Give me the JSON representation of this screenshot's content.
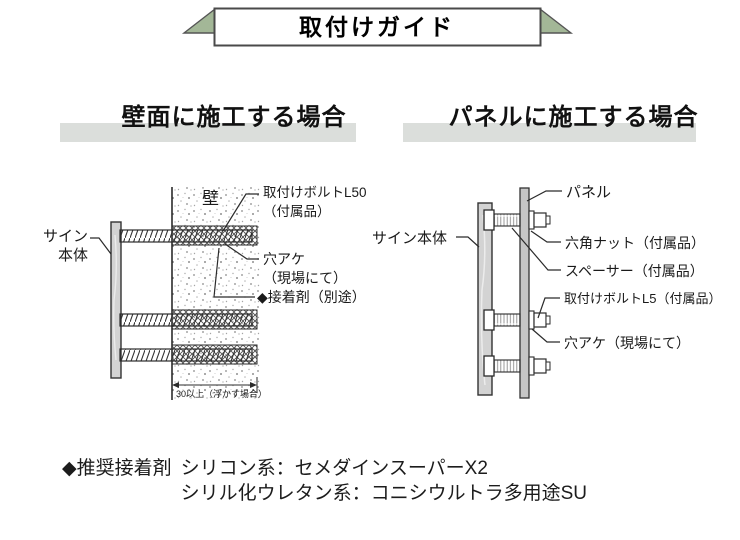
{
  "banner": {
    "title": "取付けガイド"
  },
  "sections": [
    {
      "heading": "壁面に施工する場合"
    },
    {
      "heading": "パネルに施工する場合"
    }
  ],
  "wall_diagram": {
    "wall_label": "壁",
    "sign_label_line1": "サイン",
    "sign_label_line2": "本体",
    "bolt_label_line1": "取付けボルトL50",
    "bolt_label_line2": "（付属品）",
    "hole_label_line1": "穴アケ",
    "hole_label_line2": "（現場にて）",
    "adhesive_label": "◆接着剤（別途）",
    "dimension_label": "30以上（浮かす場合）"
  },
  "panel_diagram": {
    "panel_label": "パネル",
    "sign_label": "サイン本体",
    "nut_label": "六角ナット（付属品）",
    "spacer_label": "スペーサー（付属品）",
    "bolt_label": "取付けボルトL5（付属品）",
    "hole_label": "穴アケ（現場にて）"
  },
  "footer": {
    "prefix": "◆推奨接着剤",
    "line1": "シリコン系：セメダインスーパーX2",
    "line2": "シリル化ウレタン系：コニシウルトラ多用途SU"
  },
  "colors": {
    "ribbon_green": "#a3b797",
    "heading_bar_gray": "#dbdedb",
    "line_color": "#2b2b2b",
    "sign_fill": "#d3d3d3",
    "panel_fill": "#c6c6c6"
  }
}
